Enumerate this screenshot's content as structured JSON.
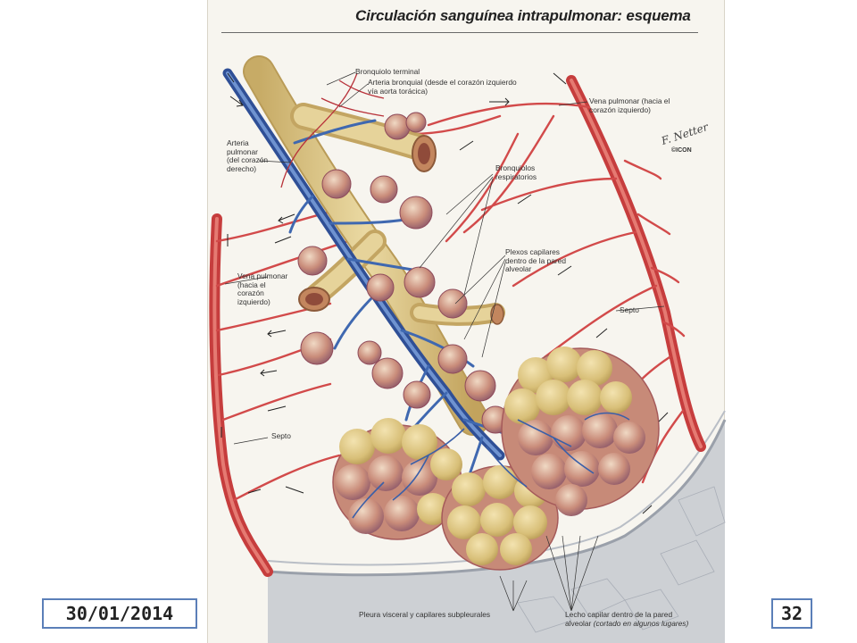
{
  "slide": {
    "title": "Circulación sanguínea intrapulmonar: esquema",
    "date": "30/01/2014",
    "page_number": "32"
  },
  "labels": {
    "bronquiolo_terminal": "Bronquiolo terminal",
    "arteria_bronquial": "Arteria bronquial (desde el corazón izquierdo\nvía aorta torácica)",
    "vena_pulmonar_top": "Vena pulmonar (hacia el\ncorazón izquierdo)",
    "arteria_pulmonar": "Arteria\npulmonar\n(del corazón\nderecho)",
    "bronquiolos_respiratorios": "Bronquiolos\nrespiratorios",
    "plexos_capilares": "Plexos capilares\ndentro de la pared\nalveolar",
    "vena_pulmonar_left": "Vena pulmonar\n(hacia el\ncorazón\nizquierdo)",
    "septo_right": "Septo",
    "septo_left": "Septo",
    "pleura": "Pleura visceral y capilares subpleurales",
    "lecho_capilar_main": "Lecho capilar dentro de la pared\nalveolar ",
    "lecho_capilar_italic": "(cortado en algunos lugares)"
  },
  "watermark": {
    "signature": "F. Netter",
    "badge": "©ICON"
  },
  "colors": {
    "artery_blue": "#3f68b0",
    "vein_red": "#d24a4a",
    "bronchiole_tan": "#d9c48a",
    "alveolus_yellow": "#e3cf8f",
    "pleura_gray": "#c9ccd0",
    "box_border": "#5b7fb8"
  }
}
